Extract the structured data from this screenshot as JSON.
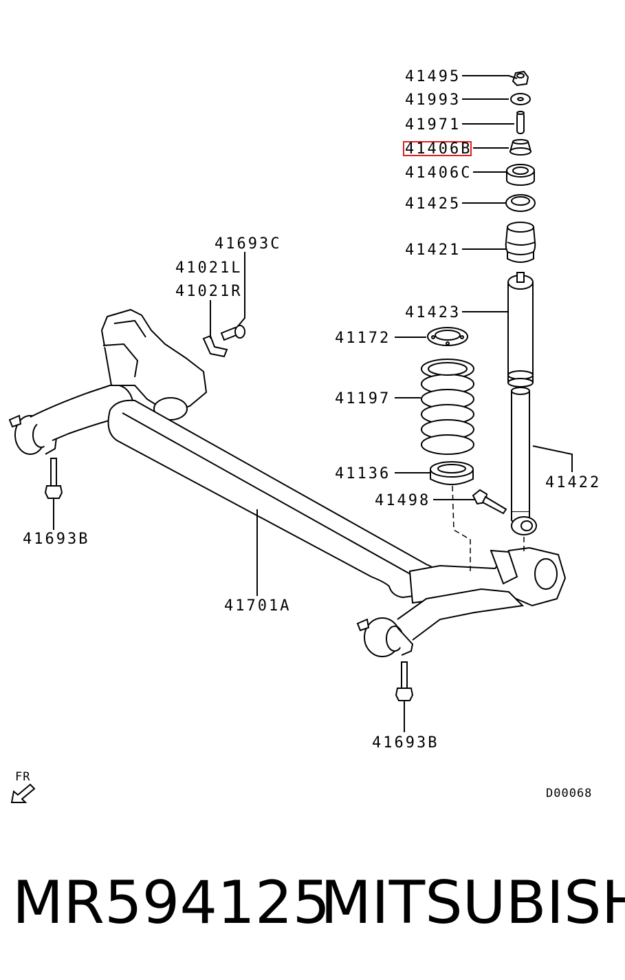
{
  "labels": {
    "l41495": "41495",
    "l41993": "41993",
    "l41971": "41971",
    "l41406b": "41406B",
    "l41406c": "41406C",
    "l41425": "41425",
    "l41421": "41421",
    "l41423": "41423",
    "l41172": "41172",
    "l41197": "41197",
    "l41136": "41136",
    "l41498": "41498",
    "l41422": "41422",
    "l41693c": "41693C",
    "l41021l": "41021L",
    "l41021r": "41021R",
    "l41693b_left": "41693B",
    "l41693b_right": "41693B",
    "l41701a": "41701A"
  },
  "direction_label": "FR",
  "diagram_code": "D00068",
  "highlighted_part": "41406B",
  "highlight_color": "#e02020",
  "footer": {
    "part_number": "MR594125",
    "brand": "MITSUBISHI"
  }
}
